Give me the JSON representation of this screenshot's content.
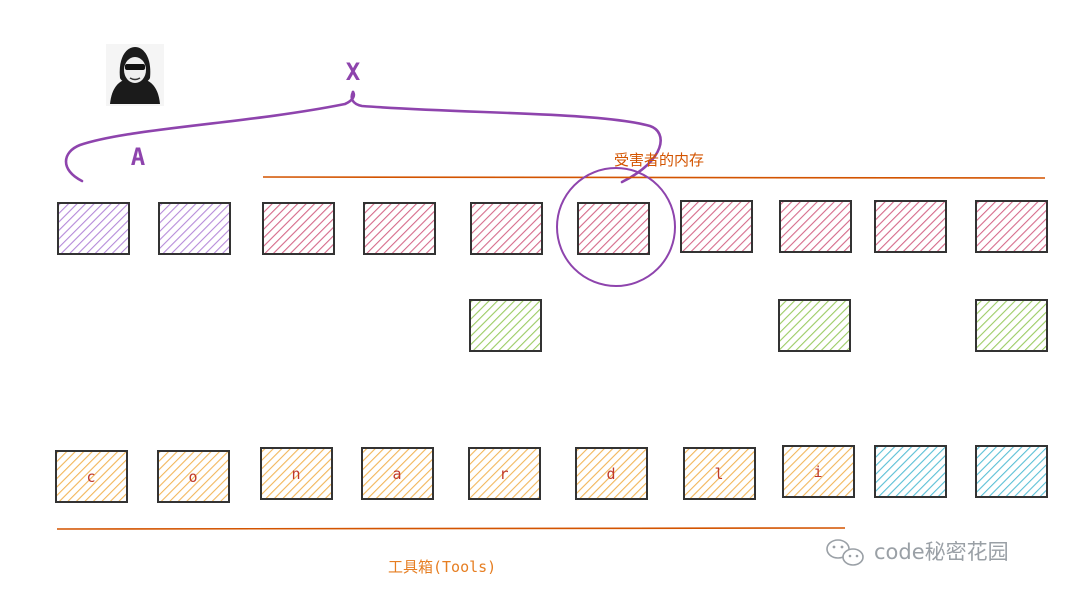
{
  "labels": {
    "x": "X",
    "a": "A",
    "victim_memory": "受害者的内存",
    "toolbox": "工具箱(Tools)",
    "watermark": "code秘密花园"
  },
  "tools_letters": [
    "c",
    "o",
    "n",
    "a",
    "r",
    "d",
    "l",
    "i"
  ],
  "colors": {
    "purple": "#8e44ad",
    "purple_fill": "#b58ad9",
    "pink_fill": "#d56a8a",
    "green_fill": "#9ccc65",
    "orange_fill": "#f2b65a",
    "teal_fill": "#5bc0d6",
    "line_orange": "#d35400",
    "text_orange": "#e67e22",
    "watermark_gray": "#9aa0a6"
  },
  "icons": {
    "hacker": "hacker-icon",
    "watermark_logo": "wechat-logo-icon"
  }
}
